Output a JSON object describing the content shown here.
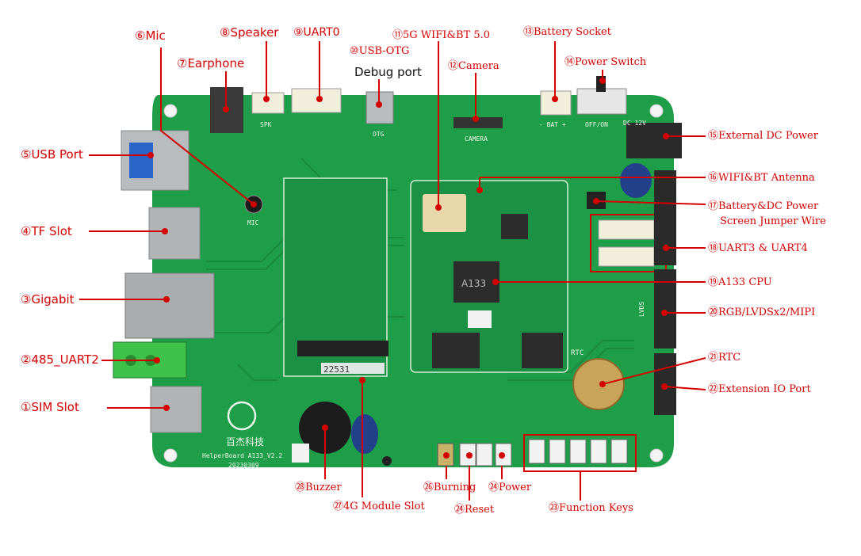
{
  "colors": {
    "pcb": "#1f9e4a",
    "pcb_dark": "#16803a",
    "label": "#d40000",
    "leader": "#d40000"
  },
  "board": {
    "brand": "百杰科技",
    "model": "HelperBoard A133_V2.2",
    "date": "20230309",
    "chip_label": "A133",
    "rtc_silk": "RTC",
    "otg_silk": "OTG",
    "camera_silk": "CAMERA",
    "bat_silk": "- BAT +",
    "onoff_silk": "OFF/ON",
    "dc_silk": "DC 12V",
    "mic_silk": "MIC",
    "spk_silk": "SPK",
    "lvds_silk": "LVDS",
    "m2_silk": "22531"
  },
  "labels": {
    "l1": "①SIM Slot",
    "l2": "②485_UART2",
    "l3": "③Gigabit",
    "l4": "④TF Slot",
    "l5": "⑤USB Port",
    "l6": "⑥Mic",
    "l7": "⑦Earphone",
    "l8": "⑧Speaker",
    "l9": "⑨UART0",
    "l10": "⑩USB-OTG",
    "l10b": "Debug port",
    "l11": "⑪5G WIFI&BT 5.0",
    "l12": "⑫Camera",
    "l13": "⑬Battery Socket",
    "l14": "⑭Power Switch",
    "l15": "⑮External DC Power",
    "l16": "⑯WIFI&BT Antenna",
    "l17": "⑰Battery&DC Power",
    "l17b": "Screen Jumper Wire",
    "l18": "⑱UART3 & UART4",
    "l19": "⑲A133 CPU",
    "l20": "⑳RGB/LVDSx2/MIPI",
    "l21": "㉑RTC",
    "l22": "㉒Extension IO Port",
    "l23": "㉓Function Keys",
    "l24a": "㉔Power",
    "l24b": "㉔Reset",
    "l26": "㉖Burning",
    "l27": "㉗4G Module Slot",
    "l28": "㉘Buzzer"
  }
}
